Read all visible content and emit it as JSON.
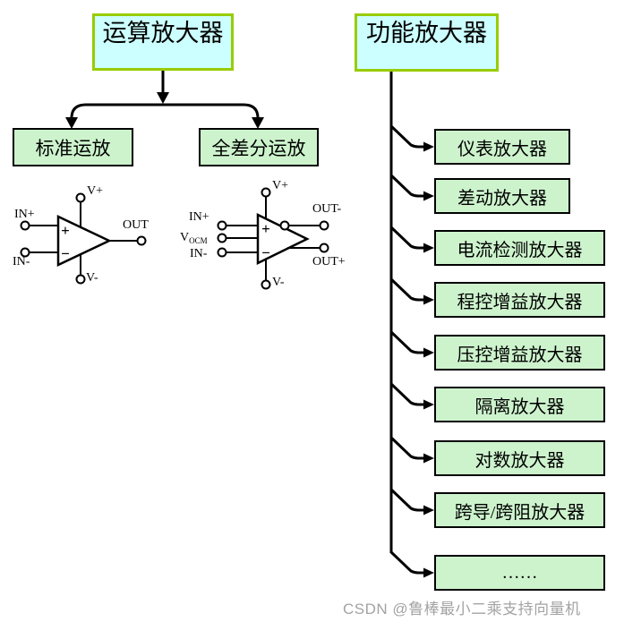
{
  "left_tree": {
    "root_label": "运算放大器",
    "children": [
      {
        "label": "标准运放"
      },
      {
        "label": "全差分运放"
      }
    ]
  },
  "right_tree": {
    "root_label": "功能放大器",
    "items": [
      {
        "label": "仪表放大器"
      },
      {
        "label": "差动放大器"
      },
      {
        "label": "电流检测放大器"
      },
      {
        "label": "程控增益放大器"
      },
      {
        "label": "压控增益放大器"
      },
      {
        "label": "隔离放大器"
      },
      {
        "label": "对数放大器"
      },
      {
        "label": "跨导/跨阻放大器"
      },
      {
        "label": "……"
      }
    ]
  },
  "opamp_standard": {
    "pin_in_plus": "IN+",
    "pin_in_minus": "IN-",
    "pin_out": "OUT",
    "pin_v_plus": "V+",
    "pin_v_minus": "V-",
    "sign_plus": "+",
    "sign_minus": "−"
  },
  "opamp_fully_diff": {
    "pin_in_plus": "IN+",
    "pin_vocm_base": "V",
    "pin_vocm_sub": "OCM",
    "pin_in_minus": "IN-",
    "pin_out_minus": "OUT-",
    "pin_out_plus": "OUT+",
    "pin_v_plus": "V+",
    "pin_v_minus": "V-",
    "sign_plus": "+",
    "sign_minus": "−"
  },
  "watermark": "CSDN @鲁棒最小二乘支持向量机",
  "colors": {
    "root_box_fill": "#ccffff",
    "root_box_border": "#99cc00",
    "item_box_fill": "#cdf3cd",
    "item_box_border": "#000000",
    "line": "#000000",
    "watermark": "#a3a3a3"
  }
}
